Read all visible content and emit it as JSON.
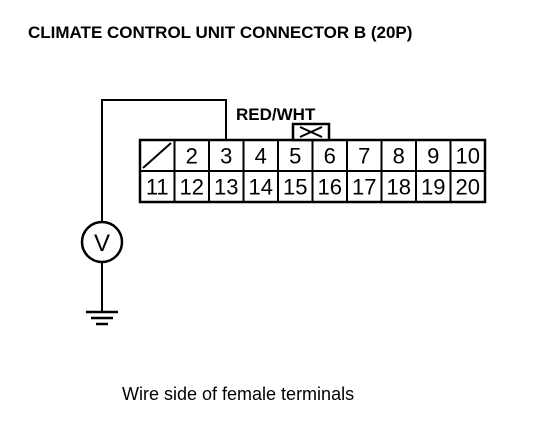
{
  "diagram": {
    "title": "CLIMATE CONTROL UNIT CONNECTOR B (20P)",
    "wire_label": "RED/WHT",
    "caption": "Wire side of female terminals",
    "connector": {
      "top_row": [
        "",
        "2",
        "3",
        "4",
        "5",
        "6",
        "7",
        "8",
        "9",
        "10"
      ],
      "bottom_row": [
        "11",
        "12",
        "13",
        "14",
        "15",
        "16",
        "17",
        "18",
        "19",
        "20"
      ]
    },
    "voltmeter_symbol": "V",
    "icons": {
      "voltmeter": "voltmeter-icon",
      "ground": "ground-icon",
      "empty_cavity": "slash-icon"
    }
  }
}
